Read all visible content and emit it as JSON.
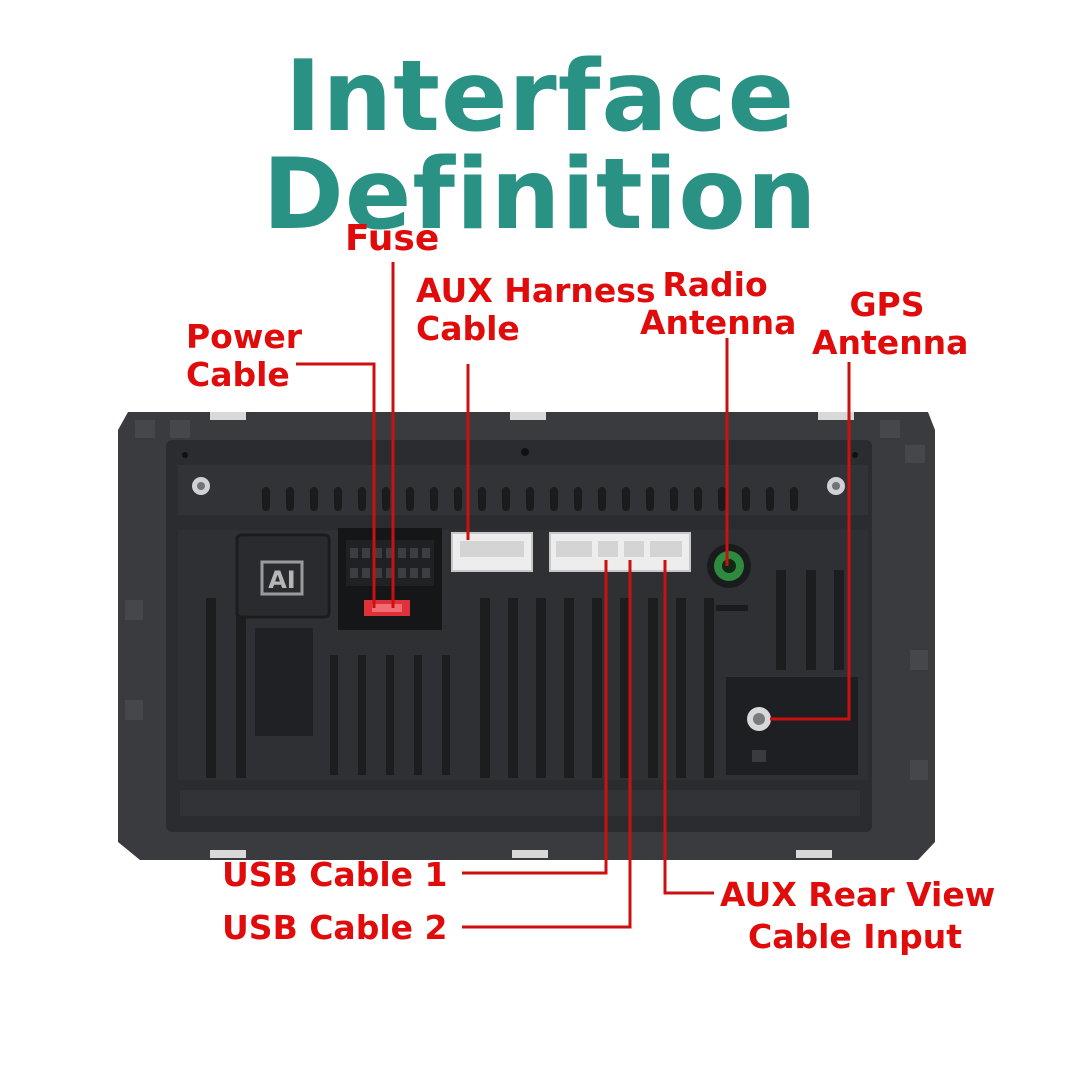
{
  "title": "Interface Definition",
  "colors": {
    "title": "#2a9185",
    "label": "#e00b0b",
    "leader": "#cc1010",
    "unit_body": "#3b3c3f",
    "unit_dark": "#242528",
    "connector": "#e8e8e8",
    "fuse": "#e0303a",
    "antenna_ring": "#2d8a3e"
  },
  "labels": {
    "fuse": "Fuse",
    "power_cable": [
      "Power",
      "Cable"
    ],
    "aux_harness": [
      "AUX Harness",
      "Cable"
    ],
    "radio_antenna": [
      "Radio",
      "Antenna"
    ],
    "gps_antenna": [
      "GPS",
      "Antenna"
    ],
    "usb_cable_1": "USB Cable 1",
    "usb_cable_2": "USB Cable 2",
    "aux_rear_view": [
      "AUX Rear View",
      "Cable Input"
    ]
  },
  "unit_logo": "AI",
  "icons": [
    "screw-icon",
    "fuse-icon",
    "antenna-socket-icon",
    "gps-socket-icon"
  ]
}
